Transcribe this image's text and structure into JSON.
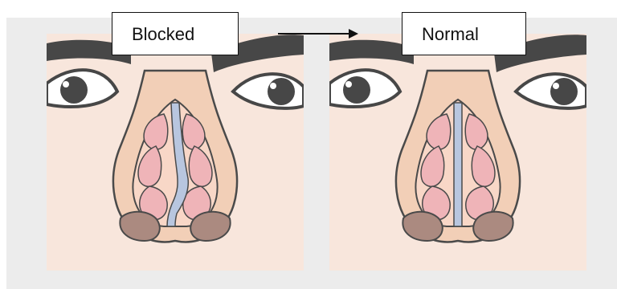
{
  "labels": {
    "blocked": "Blocked",
    "normal": "Normal"
  },
  "icons": {
    "arrow": "right-arrow"
  },
  "colors": {
    "background": "#ececec",
    "skin": "#f8e6dc",
    "nose_skin": "#f2cfb7",
    "outline": "#4a4a4a",
    "eyebrow": "#474747",
    "turbinate": "#efb4b8",
    "septum": "#b8c6df",
    "nostril": "#ab8a80"
  }
}
